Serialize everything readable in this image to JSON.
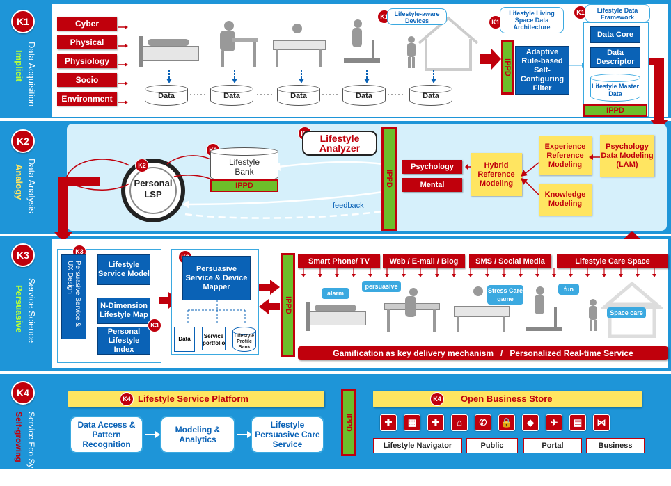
{
  "rows": {
    "k1": {
      "badge": "K1",
      "title": "Data Acquisition",
      "subtitle": "Implicit"
    },
    "k2": {
      "badge": "K2",
      "title": "Data Analysis",
      "subtitle": "Analogy"
    },
    "k3": {
      "badge": "K3",
      "title": "Service Science",
      "subtitle": "Persuasive"
    },
    "k4": {
      "badge": "K4",
      "title": "Service Eco System",
      "subtitle": "Self-growing"
    }
  },
  "k1": {
    "sources": [
      "Cyber",
      "Physical",
      "Physiology",
      "Socio",
      "Environment"
    ],
    "data_label": "Data",
    "ellipsis": "·····",
    "device_badge": "K1",
    "device_callout": "Lifestyle-aware Devices",
    "arch_badge": "K1",
    "arch_callout": "Lifestyle Living Space Data Architecture",
    "ippd": "IPPD",
    "filter": "Adaptive Rule-based Self-Configuring Filter",
    "framework_badge": "K1",
    "framework_callout": "Lifestyle Data Framework",
    "framework_items": [
      "Data Core",
      "Data Descriptor"
    ],
    "master_data": "Lifestyle Master Data",
    "framework_ippd": "IPPD"
  },
  "k2": {
    "analyzer_badge": "K2",
    "analyzer": "Lifestyle Analyzer",
    "bank_badge": "K2",
    "bank": "Lifestyle Bank",
    "bank_ippd": "IPPD",
    "lsp_badge": "K2",
    "lsp": "Personal LSP",
    "feedback": "feedback",
    "ippd": "IPPD",
    "tags": [
      "Psychology",
      "Mental"
    ],
    "hybrid": "Hybrid Reference Modeling",
    "experience": "Experience Reference Modeling",
    "psychology_model": "Psychology Data Modeling (LAM)",
    "knowledge": "Knowledge Modeling"
  },
  "k3": {
    "ux_badge": "K3",
    "ux": "Persuasive Service & UX Design",
    "service_model": "Lifestyle Service Model",
    "ndim": "N-Dimension Lifestyle Map",
    "index": "Personal Lifestyle Index",
    "index_badge": "K3",
    "mapper_badge": "K3",
    "mapper": "Persuasive Service & Device Mapper",
    "docs": [
      "Data",
      "Service portfolio"
    ],
    "profile_bank": "Lifestyle Profile Bank",
    "ippd": "IPPD",
    "channels": [
      "Smart Phone/ TV",
      "Web / E-mail / Blog",
      "SMS / Social Media",
      "Lifestyle Care Space"
    ],
    "bubbles": [
      "alarm",
      "persuasive",
      "Stress Care game",
      "fun",
      "Space care"
    ],
    "bottom_bar": "Gamification as key delivery mechanism   /   Personalized Real-time Service"
  },
  "k4": {
    "platform_badge": "K4",
    "platform": "Lifestyle Service Platform",
    "steps": [
      "Data Access & Pattern Recognition",
      "Modeling & Analytics",
      "Lifestyle Persuasive Care Service"
    ],
    "ippd": "IPPD",
    "store_badge": "K4",
    "store": "Open Business Store",
    "store_icons": [
      "medical-icon",
      "chart-icon",
      "health-cross-icon",
      "hospital-icon",
      "phone-icon",
      "lock-icon",
      "car-icon",
      "airplane-icon",
      "book-icon",
      "share-icon"
    ],
    "store_glyphs": [
      "✚",
      "▦",
      "✚",
      "⌂",
      "✆",
      "🔒",
      "◆",
      "✈",
      "▤",
      "⋈"
    ],
    "nav": [
      "Lifestyle Navigator",
      "Public",
      "Portal",
      "Business"
    ]
  },
  "colors": {
    "red": "#c0000c",
    "blue": "#1e95d8",
    "dark_blue": "#0a62b6",
    "green": "#6dbe2a",
    "yellow": "#ffe561",
    "light_blue": "#d6f0fb"
  }
}
